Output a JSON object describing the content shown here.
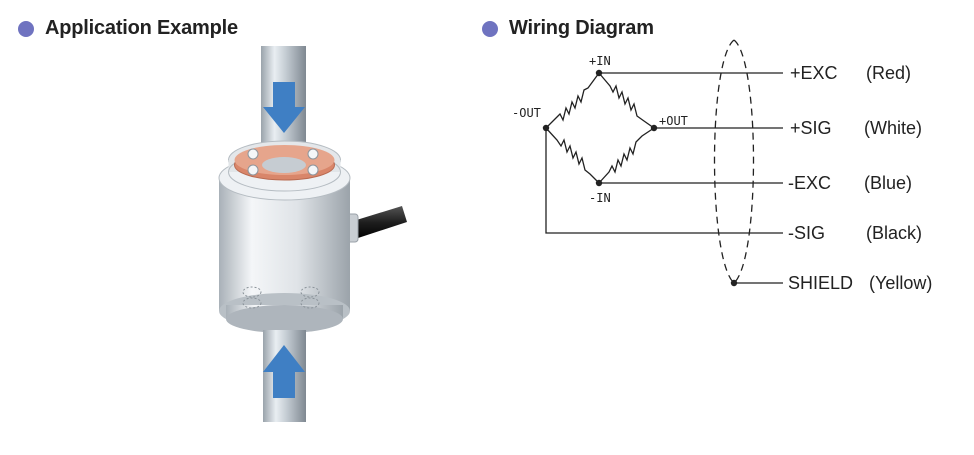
{
  "sections": {
    "application": {
      "title": "Application Example"
    },
    "wiring": {
      "title": "Wiring Diagram"
    }
  },
  "colors": {
    "bullet": "#6f73c0",
    "arrow": "#3f7fc4",
    "ring": "#d9866a",
    "line": "#222222"
  },
  "bridge_nodes": {
    "plus_in": "+IN",
    "minus_in": "-IN",
    "plus_out": "+OUT",
    "minus_out": "-OUT"
  },
  "wires": [
    {
      "signal": "+EXC",
      "color": "(Red)"
    },
    {
      "signal": "+SIG",
      "color": "(White)"
    },
    {
      "signal": "-EXC",
      "color": "(Blue)"
    },
    {
      "signal": "-SIG",
      "color": "(Black)"
    },
    {
      "signal": "SHIELD",
      "color": "(Yellow)"
    }
  ]
}
